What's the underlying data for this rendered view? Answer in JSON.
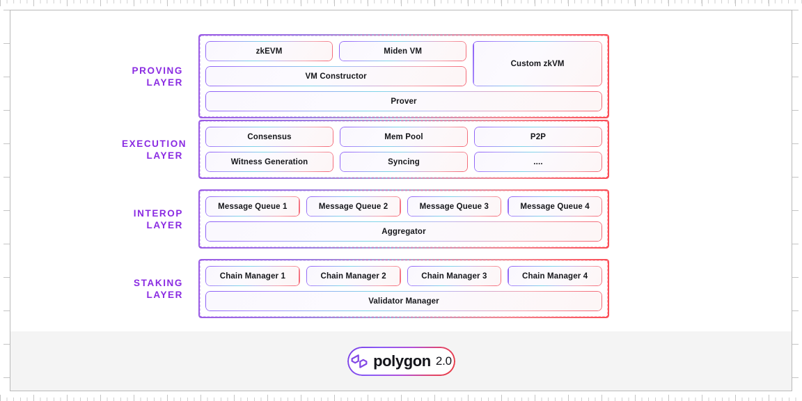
{
  "diagram": {
    "layers": [
      {
        "label_line1": "PROVING",
        "label_line2": "LAYER",
        "top_row": [
          "zkEVM",
          "Miden VM"
        ],
        "second_row": [
          "VM Constructor"
        ],
        "side_box": "Custom zkVM",
        "full_row": "Prover"
      },
      {
        "label_line1": "EXECUTION",
        "label_line2": "LAYER",
        "row1": [
          "Consensus",
          "Mem Pool",
          "P2P"
        ],
        "row2": [
          "Witness Generation",
          "Syncing",
          "...."
        ]
      },
      {
        "label_line1": "INTEROP",
        "label_line2": "LAYER",
        "row1": [
          "Message Queue 1",
          "Message Queue 2",
          "Message Queue 3",
          "Message Queue 4"
        ],
        "full_row": "Aggregator"
      },
      {
        "label_line1": "STAKING",
        "label_line2": "LAYER",
        "row1": [
          "Chain Manager 1",
          "Chain Manager 2",
          "Chain Manager 3",
          "Chain Manager 4"
        ],
        "full_row": "Validator Manager"
      }
    ]
  },
  "footer": {
    "logo_icon": "polygon-logo-icon",
    "brand": "polygon",
    "version": "2.0"
  },
  "colors": {
    "label_purple": "#8a2be2",
    "gradient_start": "#8b5cf6",
    "gradient_mid": "#7ed3e8",
    "gradient_end": "#f4616f",
    "footer_bg": "#f4f4f4",
    "page_bg": "#ffffff"
  }
}
